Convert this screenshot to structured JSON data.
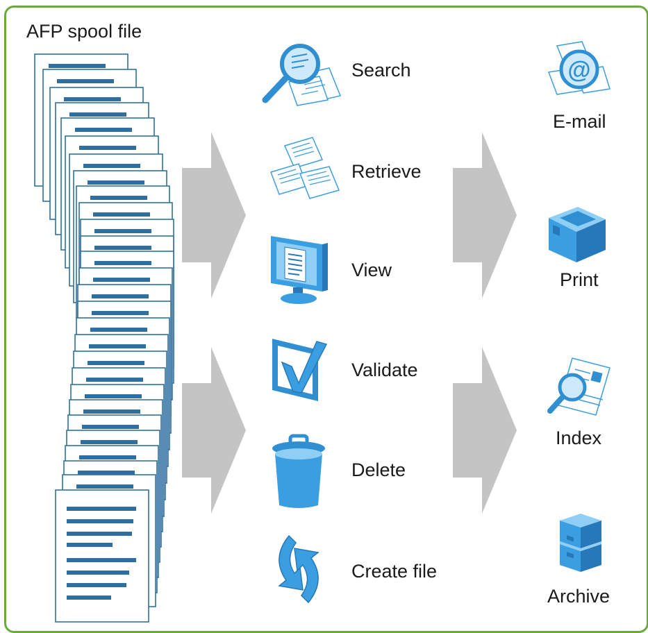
{
  "source": {
    "title": "AFP spool file"
  },
  "actions": [
    {
      "label": "Search",
      "icon": "search-icon"
    },
    {
      "label": "Retrieve",
      "icon": "retrieve-icon"
    },
    {
      "label": "View",
      "icon": "monitor-icon"
    },
    {
      "label": "Validate",
      "icon": "checkmark-icon"
    },
    {
      "label": "Delete",
      "icon": "trash-icon"
    },
    {
      "label": "Create file",
      "icon": "refresh-icon"
    }
  ],
  "outputs": [
    {
      "label": "E-mail",
      "icon": "email-icon"
    },
    {
      "label": "Print",
      "icon": "printer-icon"
    },
    {
      "label": "Index",
      "icon": "index-icon"
    },
    {
      "label": "Archive",
      "icon": "archive-icon"
    }
  ],
  "colors": {
    "border": "#6aaa3a",
    "icon_blue": "#3a9ee0",
    "doc_line": "#2f6f9f",
    "arrow": "#c4c4c4"
  }
}
